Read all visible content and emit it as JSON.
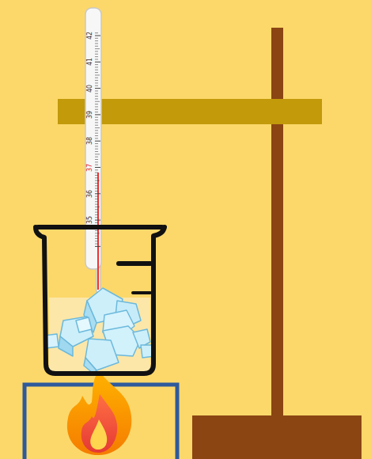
{
  "diagram": {
    "labels": [
      "42",
      "41",
      "40",
      "39",
      "38",
      "37",
      "36",
      "35"
    ]
  }
}
